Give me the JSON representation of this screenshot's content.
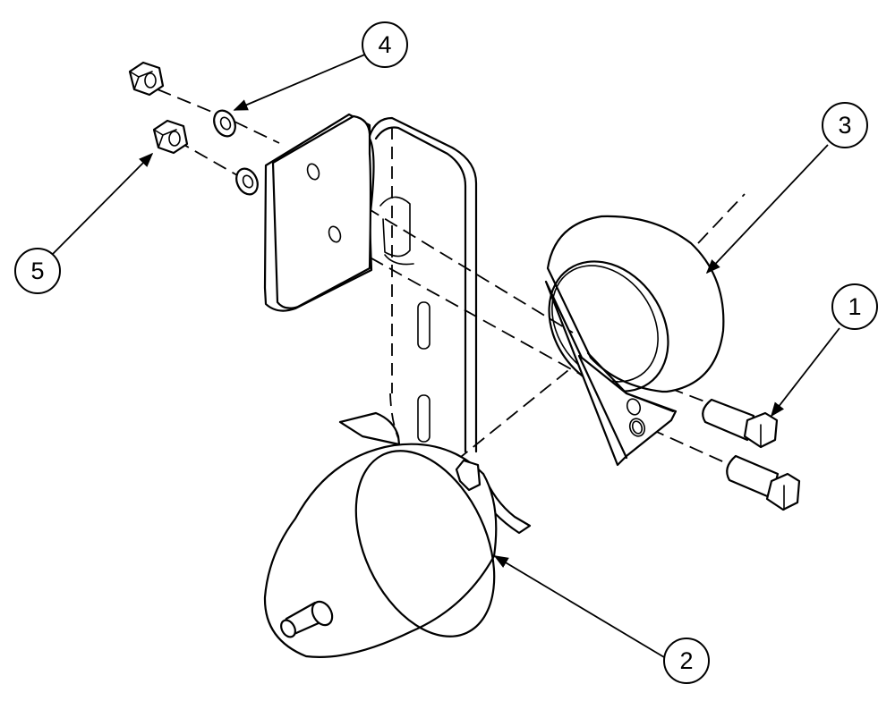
{
  "balloons": [
    {
      "id": "1",
      "text": "1"
    },
    {
      "id": "2",
      "text": "2"
    },
    {
      "id": "3",
      "text": "3"
    },
    {
      "id": "4",
      "text": "4"
    },
    {
      "id": "5",
      "text": "5"
    }
  ],
  "colors": {
    "line": "#000000",
    "background": "#ffffff"
  }
}
